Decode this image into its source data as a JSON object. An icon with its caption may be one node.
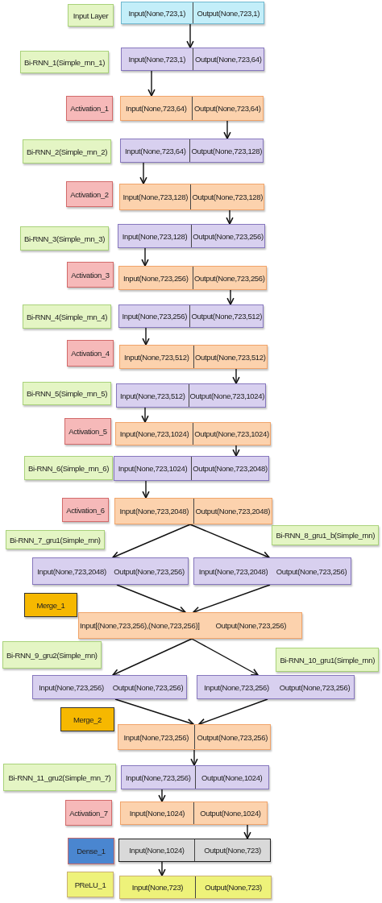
{
  "diagram": {
    "nodes": [
      {
        "text": [
          "Input Layer"
        ]
      },
      {
        "text": [
          "Input(None,723,1)",
          "Output(None,723,1)"
        ]
      },
      {
        "text": [
          "Bi-RNN_1(Simple_rnn_1)"
        ]
      },
      {
        "text": [
          "Input(None,723,1)",
          "Output(None,723,64)"
        ]
      },
      {
        "text": [
          "Activation_1"
        ]
      },
      {
        "text": [
          "Input(None,723,64)",
          "Output(None,723,64)"
        ]
      },
      {
        "text": [
          "Bi-RNN_2(Simple_rnn_2)"
        ]
      },
      {
        "text": [
          "Input(None,723,64)",
          "Output(None,723,128)"
        ]
      },
      {
        "text": [
          "Activation_2"
        ]
      },
      {
        "text": [
          "Input(None,723,128)",
          "Output(None,723,128)"
        ]
      },
      {
        "text": [
          "Bi-RNN_3(Simple_rnn_3)"
        ]
      },
      {
        "text": [
          "Input(None,723,128)",
          "Output(None,723,256)"
        ]
      },
      {
        "text": [
          "Activation_3"
        ]
      },
      {
        "text": [
          "Input(None,723,256)",
          "Output(None,723,256)"
        ]
      },
      {
        "text": [
          "Bi-RNN_4(Simple_rnn_4)"
        ]
      },
      {
        "text": [
          "Input(None,723,256)",
          "Output(None,723,512)"
        ]
      },
      {
        "text": [
          "Activation_4"
        ]
      },
      {
        "text": [
          "Input(None,723,512)",
          "Output(None,723,512)"
        ]
      },
      {
        "text": [
          "Bi-RNN_5(Simple_rnn_5)"
        ]
      },
      {
        "text": [
          "Input(None,723,512)",
          "Output(None,723,1024)"
        ]
      },
      {
        "text": [
          "Activation_5"
        ]
      },
      {
        "text": [
          "Input(None,723,1024)",
          "Output(None,723,1024)"
        ]
      },
      {
        "text": [
          "Bi-RNN_6(Simple_rnn_6)"
        ]
      },
      {
        "text": [
          "Input(None,723,1024)",
          "Output(None,723,2048)"
        ]
      },
      {
        "text": [
          "Activation_6"
        ]
      },
      {
        "text": [
          "Input(None,723,2048)",
          "Output(None,723,2048)"
        ]
      },
      {
        "text": [
          "Bi-RNN_7_gru1(Simple_rnn)"
        ]
      },
      {
        "text": [
          "Bi-RNN_8_gru1_b(Simple_rnn)"
        ]
      },
      {
        "text": [
          "Input(None,723,2048)",
          "Output(None,723,256)"
        ]
      },
      {
        "text": [
          "Input(None,723,2048)",
          "Output(None,723,256)"
        ]
      },
      {
        "text": [
          "Merge_1"
        ]
      },
      {
        "text": [
          "Input[(None,723,256),(None,723,256)]",
          "Output(None,723,256)"
        ]
      },
      {
        "text": [
          "Bi-RNN_9_gru2(Simple_rnn)"
        ]
      },
      {
        "text": [
          "Bi-RNN_10_gru1(Simple_rnn)"
        ]
      },
      {
        "text": [
          "Input(None,723,256)",
          "Output(None,723,256)"
        ]
      },
      {
        "text": [
          "Input(None,723,256)",
          "Output(None,723,256)"
        ]
      },
      {
        "text": [
          "Merge_2"
        ]
      },
      {
        "text": [
          "Input(None,723,256)",
          "Output(None,723,256)"
        ]
      },
      {
        "text": [
          "Bi-RNN_11_gru2(Simple_rnn_7)"
        ]
      },
      {
        "text": [
          "Input(None,723,256)",
          "Output(None,1024)"
        ]
      },
      {
        "text": [
          "Activation_7"
        ]
      },
      {
        "text": [
          "Input(None,1024)",
          "Output(None,1024)"
        ]
      },
      {
        "text": [
          "Dense_1"
        ]
      },
      {
        "text": [
          "Input(None,1024)",
          "Output(None,723)"
        ]
      },
      {
        "text": [
          "PReLU_1"
        ]
      },
      {
        "text": [
          "Input(None,723)",
          "Output(None,723)"
        ]
      }
    ],
    "edges": [
      {
        "from": 1,
        "to": 3,
        "arrow": "to"
      },
      {
        "from": 3,
        "to": 5,
        "arrow": "to"
      },
      {
        "from": 5,
        "to": 7,
        "arrow": "to"
      },
      {
        "from": 7,
        "to": 9,
        "arrow": "to"
      },
      {
        "from": 9,
        "to": 11,
        "arrow": "to"
      },
      {
        "from": 11,
        "to": 13,
        "arrow": "to"
      },
      {
        "from": 13,
        "to": 15,
        "arrow": "to"
      },
      {
        "from": 15,
        "to": 17,
        "arrow": "to"
      },
      {
        "from": 17,
        "to": 19,
        "arrow": "to"
      },
      {
        "from": 19,
        "to": 21,
        "arrow": "to"
      },
      {
        "from": 21,
        "to": 23,
        "arrow": "to"
      },
      {
        "from": 23,
        "to": 25,
        "arrow": "to"
      },
      {
        "from": 25,
        "to": 28,
        "arrow": "to"
      },
      {
        "from": 25,
        "to": 29,
        "arrow": "to"
      },
      {
        "from": 28,
        "to": 31,
        "arrow": "to"
      },
      {
        "from": 29,
        "to": 31,
        "arrow": "to"
      },
      {
        "from": 31,
        "to": 34,
        "arrow": "to"
      },
      {
        "from": 31,
        "to": 35,
        "arrow": "to"
      },
      {
        "from": 34,
        "to": 37,
        "arrow": "to"
      },
      {
        "from": 35,
        "to": 37,
        "arrow": "to"
      },
      {
        "from": 37,
        "to": 39,
        "arrow": "to"
      },
      {
        "from": 39,
        "to": 41,
        "arrow": "to"
      },
      {
        "from": 41,
        "to": 43,
        "arrow": "to"
      },
      {
        "from": 43,
        "to": 45,
        "arrow": "to"
      }
    ]
  }
}
